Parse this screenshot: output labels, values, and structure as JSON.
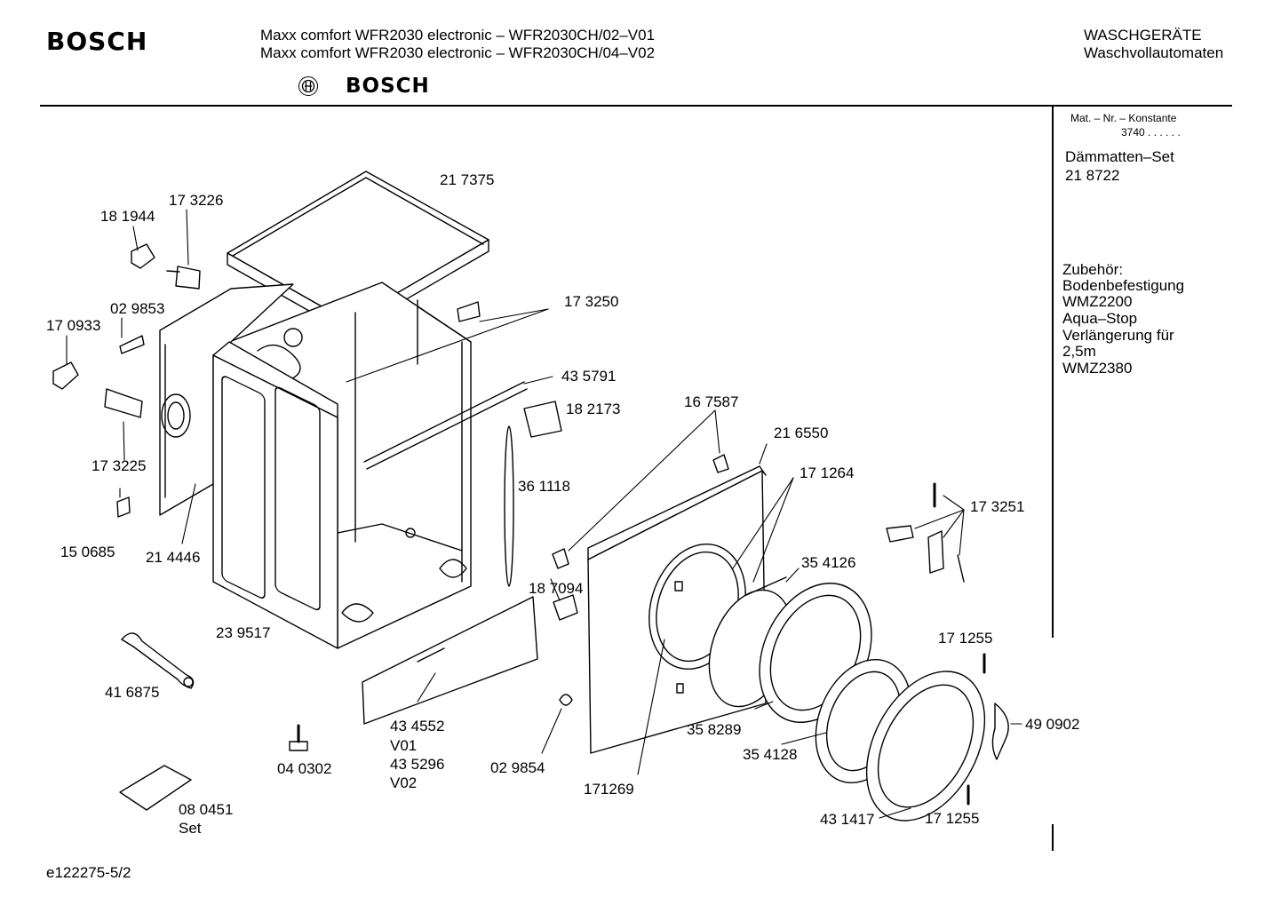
{
  "header": {
    "brand": "BOSCH",
    "model_line_1": "Maxx comfort WFR2030 electronic – WFR2030CH/02–V01",
    "model_line_2": "Maxx comfort WFR2030 electronic – WFR2030CH/04–V02",
    "center_brand": "BOSCH",
    "category_1": "WASCHGERÄTE",
    "category_2": "Waschvollautomaten"
  },
  "sidebar": {
    "mat_label": "Mat. – Nr. – Konstante",
    "mat_value": "3740  .  .  .  .  .  .",
    "set_title": "Dämmatten–Set",
    "set_number": "21 8722",
    "accessories": [
      "Zubehör:",
      "Bodenbefestigung",
      "WMZ2200",
      "Aqua–Stop",
      "Verlängerung für",
      "2,5m",
      "WMZ2380"
    ]
  },
  "parts": {
    "p217375": "21 7375",
    "p173226": "17 3226",
    "p181944": "18 1944",
    "p029853": "02 9853",
    "p170933": "17 0933",
    "p173250": "17 3250",
    "p435791": "43 5791",
    "p182173": "18 2173",
    "p173225": "17 3225",
    "p361118": "36 1118",
    "p167587": "16 7587",
    "p216550": "21 6550",
    "p171264": "17 1264",
    "p173251": "17 3251",
    "p150685": "15 0685",
    "p214446": "21 4446",
    "p354126": "35 4126",
    "p187094": "18 7094",
    "p239517": "23 9517",
    "p171255a": "17 1255",
    "p416875": "41 6875",
    "p490902": "49 0902",
    "p358289": "35 8289",
    "p434552": "43 4552",
    "v01": "V01",
    "p435296": "43 5296",
    "v02": "V02",
    "p029854": "02 9854",
    "p354128": "35 4128",
    "p040302": "04 0302",
    "p171269": "171269",
    "p080451": "08 0451",
    "set": "Set",
    "p431417": "43 1417",
    "p171255b": "17 1255"
  },
  "footer": {
    "drawing_id": "e122275-5/2"
  }
}
